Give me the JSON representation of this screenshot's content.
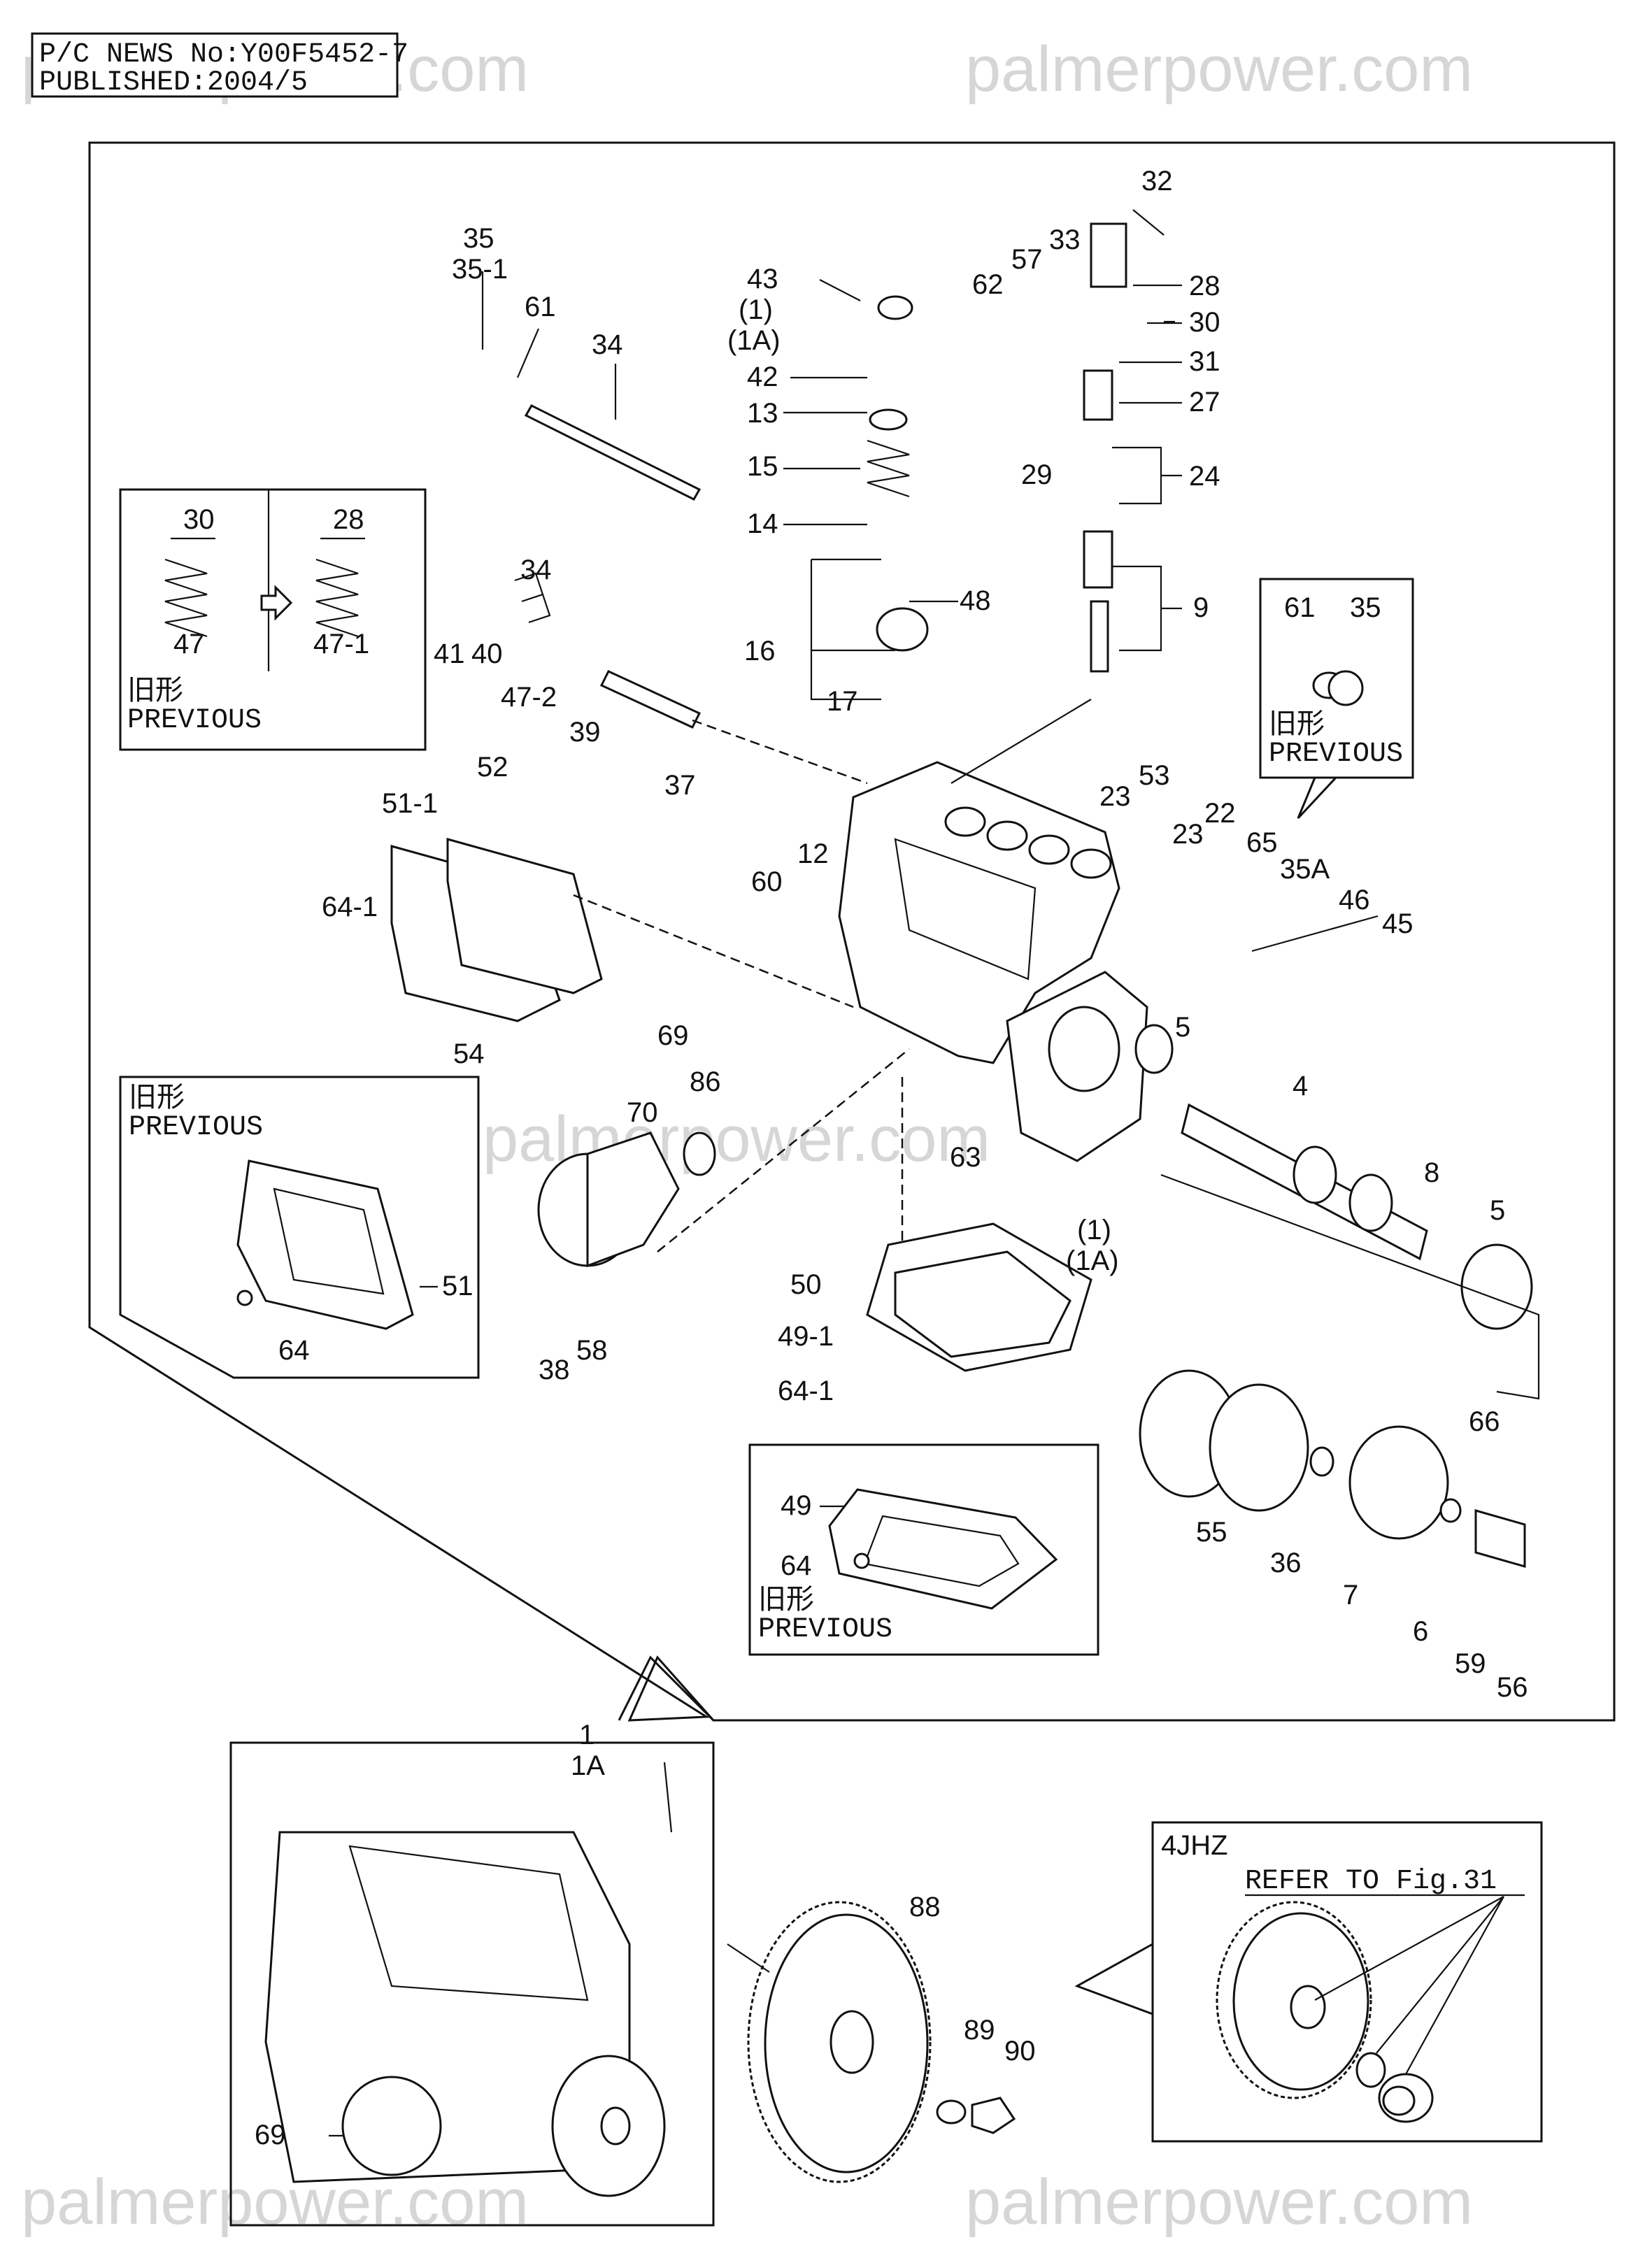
{
  "header": {
    "news_line": "P/C NEWS No:Y00F5452-7",
    "published_line": "PUBLISHED:2004/5"
  },
  "watermark": {
    "text": "palmerpower.com"
  },
  "insets": {
    "spring_previous": {
      "kanji": "旧形",
      "label": "PREVIOUS",
      "dim_left": "30",
      "dim_right": "28",
      "part_left": "47",
      "part_right": "47-1"
    },
    "plug_previous": {
      "part_a": "61",
      "part_b": "35",
      "kanji": "旧形",
      "label": "PREVIOUS"
    },
    "gasket_previous": {
      "kanji": "旧形",
      "label": "PREVIOUS",
      "part_a": "51",
      "part_b": "64"
    },
    "cover_previous": {
      "kanji": "旧形",
      "label": "PREVIOUS",
      "part_a": "49",
      "part_b": "64"
    },
    "variant_4jhz": {
      "model": "4JHZ",
      "refer": "REFER TO Fig.31"
    }
  },
  "callouts": {
    "c35": "35",
    "c35_1": "35-1",
    "c61": "61",
    "c34": "34",
    "c43": "43",
    "c1p": "(1)",
    "c1ap": "(1A)",
    "c42": "42",
    "c13": "13",
    "c15": "15",
    "c14": "14",
    "c16": "16",
    "c48": "48",
    "c17": "17",
    "c62": "62",
    "c57": "57",
    "c33": "33",
    "c32": "32",
    "c28": "28",
    "c30": "30",
    "c31": "31",
    "c27": "27",
    "c29": "29",
    "c24": "24",
    "c9": "9",
    "c41": "41",
    "c40": "40",
    "c34b": "34",
    "c47_2": "47-2",
    "c39": "39",
    "c37": "37",
    "c52": "52",
    "c51_1": "51-1",
    "c64_1": "64-1",
    "c54": "54",
    "c12": "12",
    "c60": "60",
    "c23a": "23",
    "c53": "53",
    "c23b": "23",
    "c22": "22",
    "c65": "65",
    "c35a": "35A",
    "c46": "46",
    "c45": "45",
    "c69": "69",
    "c70": "70",
    "c86": "86",
    "c63": "63",
    "c38": "38",
    "c58": "58",
    "c5a": "5",
    "c4": "4",
    "c8": "8",
    "c5b": "5",
    "c1q": "(1)",
    "c1aq": "(1A)",
    "c50": "50",
    "c49_1": "49-1",
    "c64_1b": "64-1",
    "c55": "55",
    "c36": "36",
    "c7": "7",
    "c6": "6",
    "c66": "66",
    "c59": "59",
    "c56": "56",
    "c1": "1",
    "c1a": "1A",
    "c69b": "69",
    "c88": "88",
    "c89": "89",
    "c90": "90"
  }
}
